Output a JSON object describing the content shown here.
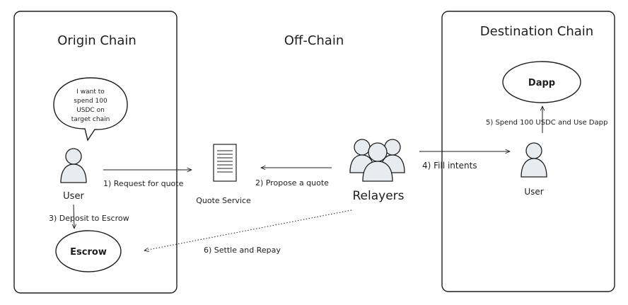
{
  "sections": {
    "origin_title": "Origin Chain",
    "offchain_title": "Off-Chain",
    "destination_title": "Destination Chain"
  },
  "speech_bubble": {
    "line1": "I want to",
    "line2": "spend 100",
    "line3": "USDC on",
    "line4": "target chain"
  },
  "nodes": {
    "origin_user": "User",
    "escrow": "Escrow",
    "quote_service": "Quote Service",
    "relayers": "Relayers",
    "dapp": "Dapp",
    "destination_user": "User"
  },
  "steps": {
    "step1": "1) Request for quote",
    "step2": "2) Propose a quote",
    "step3": "3) Deposit to Escrow",
    "step4": "4) Fill intents",
    "step5": "5) Spend 100 USDC and Use Dapp",
    "step6": "6) Settle and Repay"
  }
}
